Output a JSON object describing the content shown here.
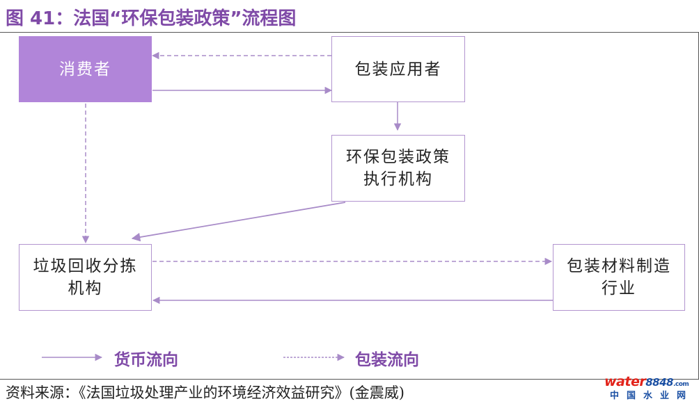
{
  "title": "图 41：法国“环保包装政策”流程图",
  "nodes": {
    "consumer": [
      "消费者"
    ],
    "package_user": [
      "包装应用者"
    ],
    "policy_agency": [
      "环保包装政策",
      "执行机构"
    ],
    "recycling": [
      "垃圾回收分拣",
      "机构"
    ],
    "manufacturing": [
      "包装材料制造",
      "行业"
    ]
  },
  "legend": {
    "money": "货币流向",
    "package": "包装流向"
  },
  "source": "资料来源：《法国垃圾处理产业的环境经济效益研究》(金震威)",
  "logo": {
    "brand": "water",
    "number": "8848",
    "domain": ".com",
    "subtitle": "中国水业网"
  },
  "colors": {
    "accent": "#7f4aa7",
    "consumer_fill": "#b185d9",
    "border": "#b294cf",
    "arrow": "#a88bc8"
  }
}
